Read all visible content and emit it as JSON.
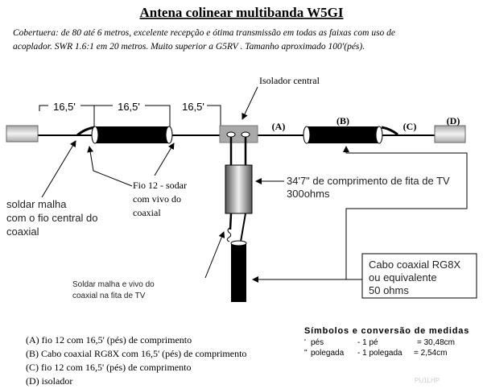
{
  "title": "Antena colinear multibanda W5GI",
  "description": [
    "Cobertuera: de 80 até 6 metros, excelente recepção e ótima transmissão em todas as faixas com uso  de",
    "acoplador. SWR 1.6:1 em 20 metros. Muito superior a G5RV . Tamanho aproximado 100'(pés)."
  ],
  "diagram": {
    "dimensions": [
      "16,5'",
      "16,5'",
      "16,5'"
    ],
    "center_insulator_label": "Isolador central",
    "segment_labels": [
      "(A)",
      "(B)",
      "(C)",
      "(D)"
    ],
    "solder_braid_note": [
      "soldar  malha",
      "com o fio central do",
      "coaxial"
    ],
    "wire_note": [
      "Fio 12 - sodar",
      "com vivo do",
      "coaxial"
    ],
    "twinlead_note": [
      "34'7\" de comprimento de fita de TV",
      "300ohms"
    ],
    "coax_note": [
      "Cabo coaxial RG8X",
      "ou equivalente",
      "50 ohms"
    ],
    "feed_solder_note": [
      "Soldar malha e vivo do",
      "coaxial na fita de TV"
    ]
  },
  "legend": [
    "(A) fio 12 com 16,5' (pés) de comprimento",
    "(B) Cabo coaxial RG8X com 16,5' (pés) de comprimento",
    "(C) fio 12 com 16,5' (pés) de comprimento",
    "(D) isolador"
  ],
  "symbols": {
    "title": "Símbolos e conversão de medidas",
    "rows": [
      {
        "sym": "'",
        "name": "pés",
        "unit": "- 1 pé",
        "value": "= 30,48cm"
      },
      {
        "sym": "\"",
        "name": "polegada",
        "unit": "- 1 polegada",
        "value": "= 2,54cm"
      }
    ]
  },
  "watermark": "PU1LHP"
}
